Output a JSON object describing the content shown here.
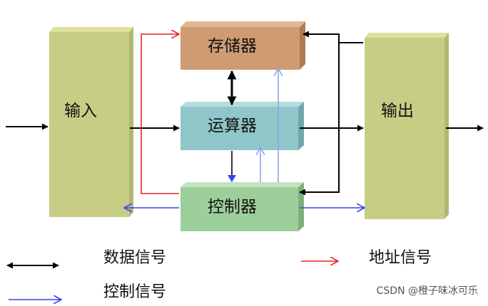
{
  "blocks": {
    "input": "输入",
    "output": "输出",
    "memory": "存储器",
    "alu": "运算器",
    "controller": "控制器"
  },
  "legend": {
    "data": "数据信号",
    "address": "地址信号",
    "control": "控制信号"
  },
  "colors": {
    "data_signal": "#000000",
    "address_signal": "#ee2222",
    "control_signal": "#3344ee",
    "control_signal_light": "#8fa3ee",
    "io_block": "#c8cd86",
    "memory_block": "#cf9b72",
    "alu_block": "#8fc6c9",
    "controller_block": "#9dcf9a"
  },
  "watermark": "CSDN @橙子味冰可乐"
}
